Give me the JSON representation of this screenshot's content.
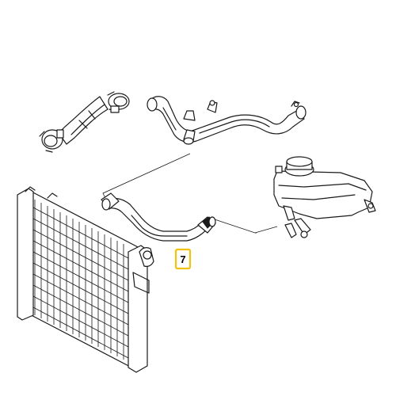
{
  "callout": {
    "number": "7",
    "highlight_color": "#f2c20f"
  },
  "parts": [
    {
      "name": "radiator",
      "icon": "radiator-outline"
    },
    {
      "name": "upper-hose",
      "icon": "hose-outline"
    },
    {
      "name": "coolant-pipe",
      "icon": "pipe-outline"
    },
    {
      "name": "lower-hose-7",
      "icon": "hose-outline"
    },
    {
      "name": "expansion-tank",
      "icon": "tank-outline"
    }
  ]
}
